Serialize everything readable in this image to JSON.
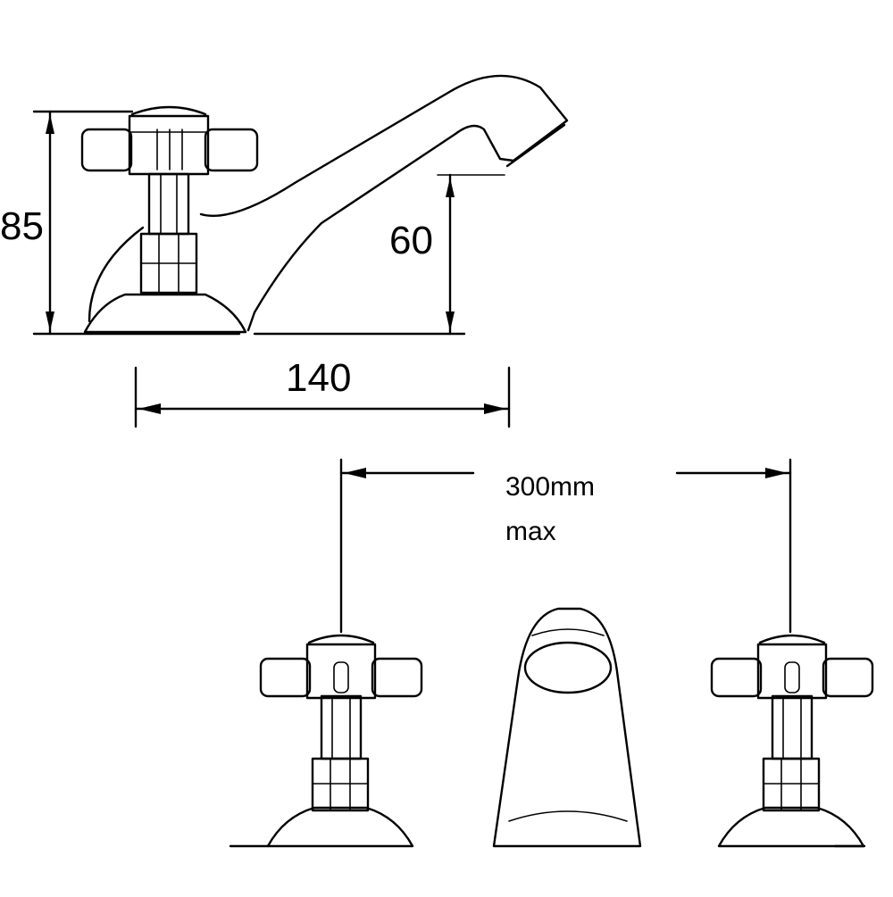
{
  "dimensions": {
    "overall_height": "85",
    "spout_height": "60",
    "projection": "140",
    "tap_spacing_value": "300mm",
    "tap_spacing_qualifier": "max"
  }
}
